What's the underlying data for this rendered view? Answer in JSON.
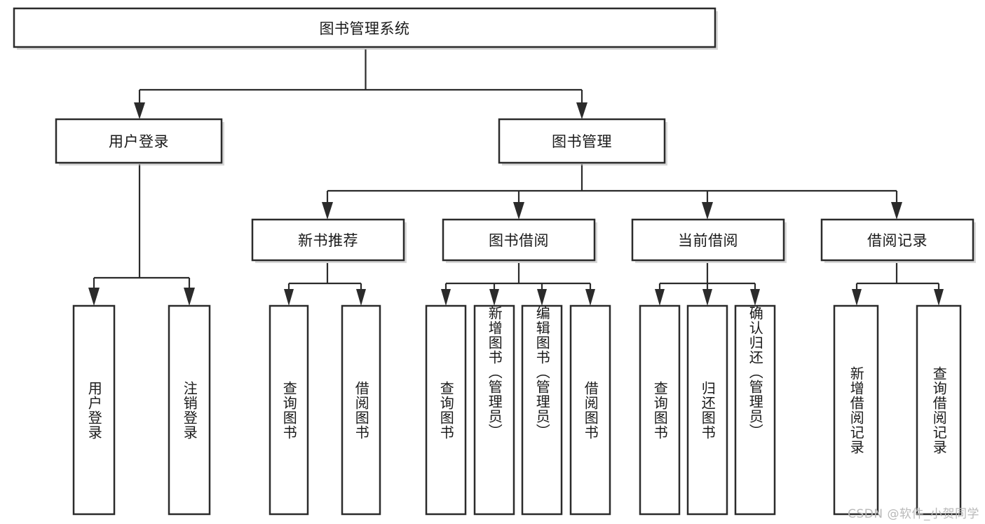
{
  "diagram": {
    "title": "图书管理系统",
    "type": "hierarchy-tree",
    "watermark": "CSDN @软件_小贺同学",
    "colors": {
      "stroke": "#2b2b2b",
      "fill": "#ffffff",
      "text": "#1a1a1a",
      "shadow": "#b8b8b8",
      "watermark": "#b9b9b9"
    },
    "levels": {
      "root": {
        "label": "图书管理系统"
      },
      "level2": [
        {
          "id": "user-login",
          "label": "用户登录"
        },
        {
          "id": "book-manage",
          "label": "图书管理"
        }
      ],
      "level3": [
        {
          "id": "new-book-rec",
          "label": "新书推荐"
        },
        {
          "id": "book-borrow",
          "label": "图书借阅"
        },
        {
          "id": "current-borrow",
          "label": "当前借阅"
        },
        {
          "id": "borrow-record",
          "label": "借阅记录"
        }
      ],
      "leaves": [
        {
          "id": "leaf-1",
          "label": "用户登录",
          "parent": "user-login"
        },
        {
          "id": "leaf-2",
          "label": "注销登录",
          "parent": "user-login"
        },
        {
          "id": "leaf-3",
          "label": "查询图书",
          "parent": "new-book-rec"
        },
        {
          "id": "leaf-4",
          "label": "借阅图书",
          "parent": "new-book-rec"
        },
        {
          "id": "leaf-5",
          "label": "查询图书",
          "parent": "book-borrow"
        },
        {
          "id": "leaf-6",
          "label": "新增图书（管理员）",
          "parent": "book-borrow"
        },
        {
          "id": "leaf-7",
          "label": "编辑图书（管理员）",
          "parent": "book-borrow"
        },
        {
          "id": "leaf-8",
          "label": "借阅图书",
          "parent": "book-borrow"
        },
        {
          "id": "leaf-9",
          "label": "查询图书",
          "parent": "current-borrow"
        },
        {
          "id": "leaf-10",
          "label": "归还图书",
          "parent": "current-borrow"
        },
        {
          "id": "leaf-11",
          "label": "确认归还（管理员）",
          "parent": "current-borrow"
        },
        {
          "id": "leaf-12",
          "label": "新增借阅记录",
          "parent": "borrow-record"
        },
        {
          "id": "leaf-13",
          "label": "查询借阅记录",
          "parent": "borrow-record"
        }
      ]
    }
  }
}
